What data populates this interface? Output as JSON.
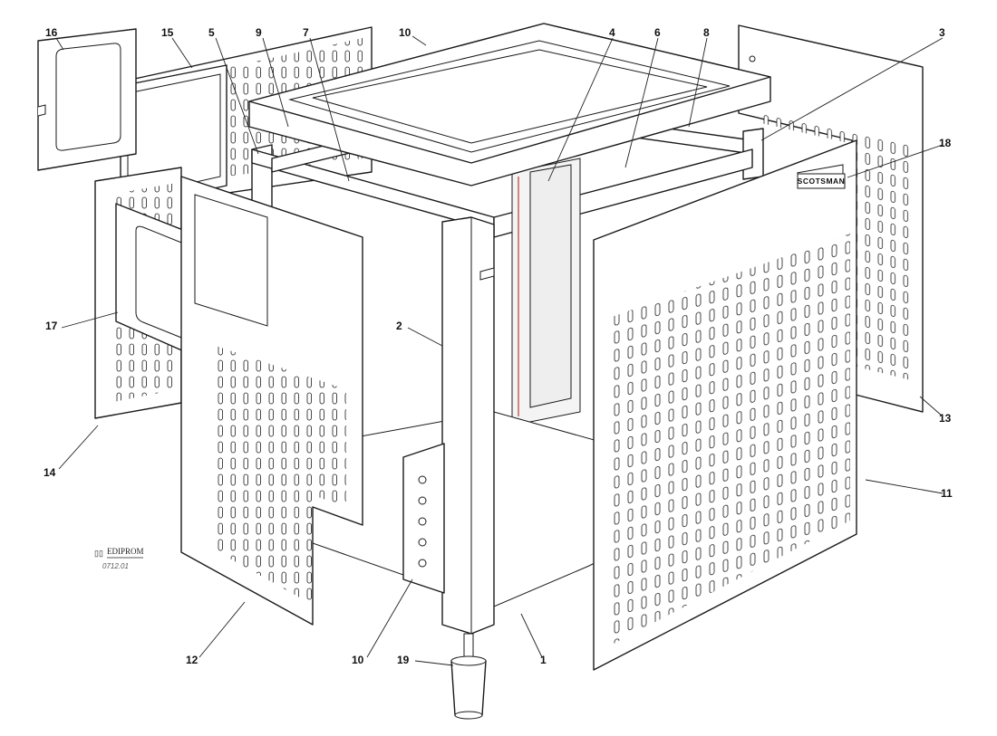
{
  "callouts": [
    {
      "id": "c16",
      "label": "16"
    },
    {
      "id": "c15",
      "label": "15"
    },
    {
      "id": "c5",
      "label": "5"
    },
    {
      "id": "c9",
      "label": "9"
    },
    {
      "id": "c7",
      "label": "7"
    },
    {
      "id": "c10a",
      "label": "10"
    },
    {
      "id": "c4",
      "label": "4"
    },
    {
      "id": "c6",
      "label": "6"
    },
    {
      "id": "c8",
      "label": "8"
    },
    {
      "id": "c3",
      "label": "3"
    },
    {
      "id": "c18",
      "label": "18"
    },
    {
      "id": "c2",
      "label": "2"
    },
    {
      "id": "c17",
      "label": "17"
    },
    {
      "id": "c14",
      "label": "14"
    },
    {
      "id": "c13",
      "label": "13"
    },
    {
      "id": "c11",
      "label": "11"
    },
    {
      "id": "c12",
      "label": "12"
    },
    {
      "id": "c10b",
      "label": "10"
    },
    {
      "id": "c19",
      "label": "19"
    },
    {
      "id": "c1",
      "label": "1"
    }
  ],
  "brand_plate": "SCOTSMAN",
  "publisher_logo": "EDIPROM",
  "drawing_code": "0712.01",
  "colors": {
    "line": "#1a1a1a",
    "panel": "#ffffff",
    "accent_red": "#c0392b",
    "bg": "#ffffff"
  }
}
